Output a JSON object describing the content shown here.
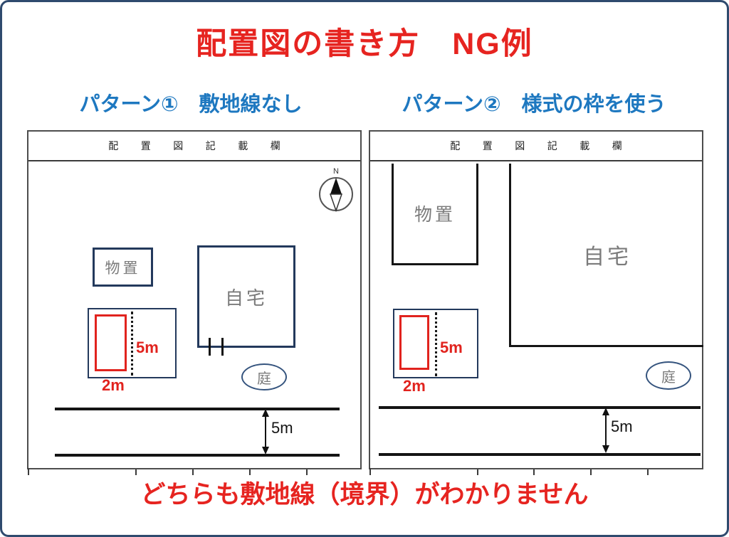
{
  "title": "配置図の書き方　NG例",
  "caption": "どちらも敷地線（境界）がわかりません",
  "pattern1": {
    "heading": "パターン①　敷地線なし",
    "form_header": "配 置 図 記 載 欄",
    "compass_label": "N",
    "storage_label": "物置",
    "house_label": "自宅",
    "garden_label": "庭",
    "car_width": "2m",
    "car_depth": "5m",
    "road_width": "5m"
  },
  "pattern2": {
    "heading": "パターン②　様式の枠を使う",
    "form_header": "配 置 図 記 載 欄",
    "storage_label": "物置",
    "house_label": "自宅",
    "garden_label": "庭",
    "car_width": "2m",
    "car_depth": "5m",
    "road_width": "5m"
  },
  "colors": {
    "title_red": "#e62420",
    "heading_blue": "#1e78c0",
    "frame_navy": "#2f4a6e",
    "box_navy": "#23395c",
    "accent_red": "#e1231e",
    "label_gray": "#7b7b7b",
    "line_black": "#141414"
  }
}
